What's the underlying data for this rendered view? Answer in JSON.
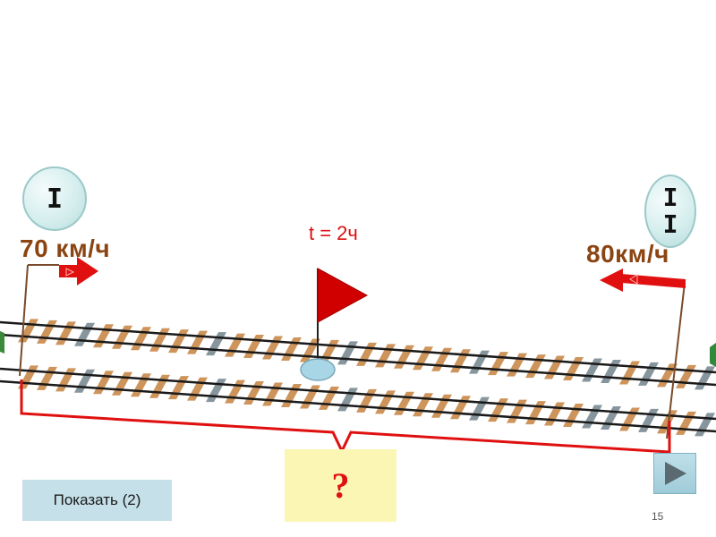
{
  "trains": {
    "first": {
      "label": "I",
      "speed": "70 км/ч"
    },
    "second": {
      "label_line1": "I",
      "label_line2": "I",
      "speed": "80км/ч"
    }
  },
  "time_label": "t = 2ч",
  "question_mark": "?",
  "show_button_label": "Показать (2)",
  "slide_number": "15",
  "colors": {
    "arrow_red": "#e01010",
    "speed_text": "#8b4513",
    "rail": "#1a1a1a",
    "sleeper": "#c8884a",
    "sleeper_alt": "#7a8a92",
    "brace": "#e01010",
    "question_bg": "#fbf6b4",
    "button_bg": "#c5e0e8"
  },
  "icons": {
    "next": "play-triangle-icon",
    "flag": "red-flag-icon"
  }
}
